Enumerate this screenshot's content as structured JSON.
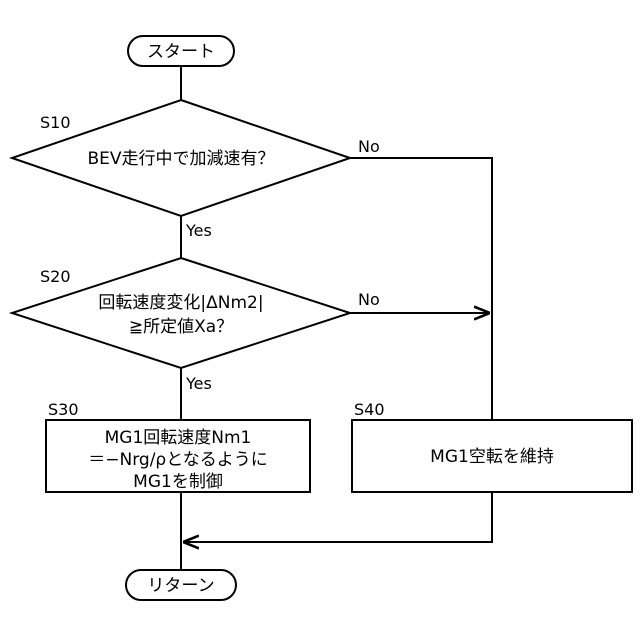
{
  "terminals": {
    "start": "スタート",
    "end": "リターン"
  },
  "steps": {
    "s10": {
      "id": "S10",
      "text": "BEV走行中で加減速有？"
    },
    "s20": {
      "id": "S20",
      "line1": "回転速度変化|ΔNm2|",
      "line2": "≧所定値Xa？"
    },
    "s30": {
      "id": "S30",
      "line1": "MG1回転速度Nm1",
      "line2": "＝−Nrg/ρとなるように",
      "line3": "MG1を制御"
    },
    "s40": {
      "id": "S40",
      "text": "MG1空転を維持"
    }
  },
  "branches": {
    "s10_yes": "Yes",
    "s10_no": "No",
    "s20_yes": "Yes",
    "s20_no": "No"
  }
}
